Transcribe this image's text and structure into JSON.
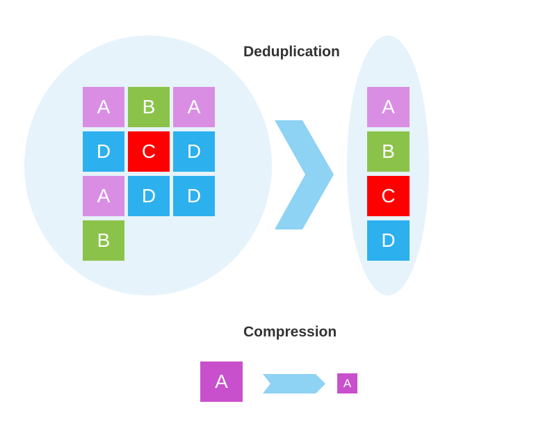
{
  "colors": {
    "A": "#d98ee4",
    "B": "#8bc34a",
    "C": "#ff0000",
    "D": "#2db0ee",
    "compressA": "#c850cc",
    "arrow": "#8ed2f4",
    "bubble": "#e6f3fb"
  },
  "dedup": {
    "title": "Deduplication",
    "input_grid": [
      [
        "A",
        "B",
        "A"
      ],
      [
        "D",
        "C",
        "D"
      ],
      [
        "A",
        "D",
        "D"
      ],
      [
        "B"
      ]
    ],
    "output_column": [
      "A",
      "B",
      "C",
      "D"
    ]
  },
  "compression": {
    "title": "Compression",
    "before": "A",
    "after": "A"
  }
}
